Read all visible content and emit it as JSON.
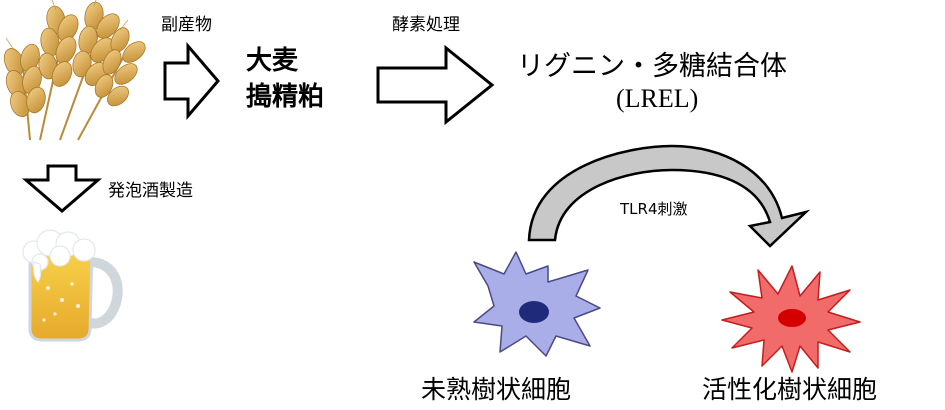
{
  "labels": {
    "byproduct": "副産物",
    "barley_line1": "大麦",
    "barley_line2": "搗精粕",
    "enzyme": "酵素処理",
    "complex_name": "リグニン・多糖結合体",
    "complex_abbr": "(LREL)",
    "brewing": "発泡酒製造",
    "stimulus": "TLR4刺激",
    "immature_cell": "未熟樹状細胞",
    "activated_cell": "活性化樹状細胞"
  },
  "icons": [
    "wheat-icon",
    "beer-mug-icon",
    "immature-dendritic-cell-icon",
    "activated-dendritic-cell-icon"
  ],
  "colors": {
    "wheat": "#d9a64a",
    "beer": "#f3c640",
    "foam": "#ffffff",
    "immature_cell_body": "#a9aee8",
    "immature_cell_nucleus": "#1f2a7a",
    "activated_cell_body": "#f26b6b",
    "activated_cell_nucleus": "#d40000",
    "curved_arrow": "#c8c8c8"
  }
}
